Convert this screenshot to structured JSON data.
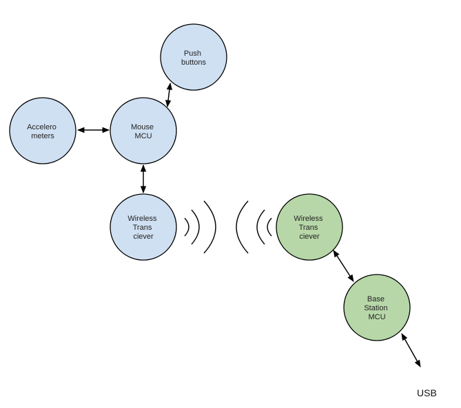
{
  "colors": {
    "mouse_side_fill": "#cfe0f3",
    "base_side_fill": "#b7d7a8",
    "stroke": "#000000"
  },
  "nodes": {
    "push_buttons": {
      "lines": [
        "Push",
        "buttons"
      ],
      "side": "mouse"
    },
    "accelerometers": {
      "lines": [
        "Accelero",
        "meters"
      ],
      "side": "mouse"
    },
    "mouse_mcu": {
      "lines": [
        "Mouse",
        "MCU"
      ],
      "side": "mouse"
    },
    "mouse_transceiver": {
      "lines": [
        "Wireless",
        "Trans",
        "ciever"
      ],
      "side": "mouse"
    },
    "base_transceiver": {
      "lines": [
        "Wireless",
        "Trans",
        "ciever"
      ],
      "side": "base"
    },
    "base_station_mcu": {
      "lines": [
        "Base",
        "Station",
        "MCU"
      ],
      "side": "base"
    }
  },
  "edges": [
    {
      "from": "accelerometers",
      "to": "mouse_mcu",
      "direction": "bidirectional"
    },
    {
      "from": "mouse_mcu",
      "to": "push_buttons",
      "direction": "bidirectional"
    },
    {
      "from": "mouse_mcu",
      "to": "mouse_transceiver",
      "direction": "bidirectional"
    },
    {
      "from": "base_transceiver",
      "to": "base_station_mcu",
      "direction": "bidirectional"
    },
    {
      "from": "base_station_mcu",
      "to": "usb",
      "direction": "bidirectional"
    }
  ],
  "usb_label": "USB"
}
